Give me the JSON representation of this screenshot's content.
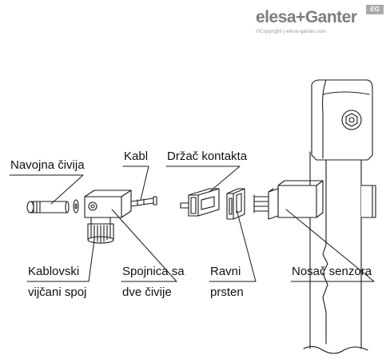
{
  "brand": {
    "logo_text": "elesa+Ganter",
    "badge": "EG",
    "copyright": "©Copyright | elesa-ganter.com"
  },
  "labels": {
    "navojna_civija": "Navojna čivija",
    "kabl": "Kabl",
    "drzac_kontakta": "Držač kontakta",
    "kablovski_line1": "Kablovski",
    "kablovski_line2": "vijčani spoj",
    "spojnica_line1": "Spojnica sa",
    "spojnica_line2": "dve čivije",
    "ravni_line1": "Ravni",
    "ravni_line2": "prsten",
    "nosac_senzora": "Nosač senzora"
  },
  "colors": {
    "line": "#1a1a1a",
    "shade": "#9e9e9e",
    "light_shade": "#d9d9d9",
    "background": "#ffffff"
  }
}
